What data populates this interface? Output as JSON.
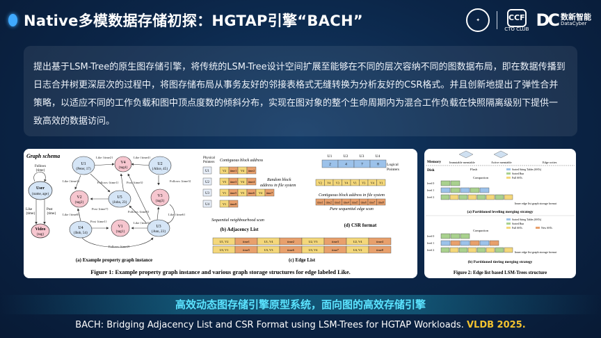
{
  "header": {
    "title": "Native多模数据存储初探：HGTAP引擎“BACH”",
    "logos": {
      "ccf_label": "CCF",
      "cto_club": "CTO CLUB",
      "datacyber_cn": "数新智能",
      "datacyber_en": "DataCyber"
    }
  },
  "summary": "提出基于LSM-Tree的原生图存储引擎，将传统的LSM-Tree设计空间扩展至能够在不同的层次容纳不同的图数据布局，即在数据传播到日志合并树更深层次的过程中，将图存储布局从事务友好的邻接表格式无缝转换为分析友好的CSR格式。并且创新地提出了弹性合并策略，以适应不同的工作负载和图中顶点度数的倾斜分布，实现在图对象的整个生命周期内为混合工作负载在快照隔离级别下提供一致高效的数据访问。",
  "figure1": {
    "schema_title": "Graph schema",
    "schema_user": "User",
    "schema_user_attr": "{name, age}",
    "schema_follows": "Follows",
    "schema_time": "{time}",
    "schema_like": "Like",
    "schema_post": "Post",
    "schema_video": "Video",
    "schema_tag": "{tag}",
    "nodes": [
      {
        "id": "U1",
        "attr": "{Peter, 17}"
      },
      {
        "id": "V4",
        "attr": "{tag4}"
      },
      {
        "id": "U2",
        "attr": "{Alice, 45}"
      },
      {
        "id": "V2",
        "attr": "{tag2}"
      },
      {
        "id": "U5",
        "attr": "{John, 23}"
      },
      {
        "id": "V3",
        "attr": "{tag3}"
      },
      {
        "id": "U4",
        "attr": "{Bob, 54}"
      },
      {
        "id": "V1",
        "attr": "{tag1}"
      },
      {
        "id": "U3",
        "attr": "{Ann, 23}"
      }
    ],
    "edge_labels": [
      "Like {time2}",
      "Like {time1}",
      "Follows {time1}",
      "Like {time4}",
      "Follows {time3}",
      "Post {time3}",
      "Post {time7}",
      "Like {time8}",
      "Follows {time5}",
      "Post {time1}",
      "Like {time6}",
      "Follows {time2}",
      "Like {time5}"
    ],
    "cap_a": "(a) Example property graph instance",
    "adj_physical": "Physical",
    "adj_pointers": "Pointers",
    "adj_contiguous": "Contiguous block address",
    "adj_random1": "Random block",
    "adj_random2": "address in file system",
    "adj_scan": "Sequential neighbourhood scan",
    "adj_rows": [
      {
        "u": "U1",
        "cells": [
          "V2",
          "time1",
          "V4",
          "time2"
        ]
      },
      {
        "u": "U2",
        "cells": [
          "V3",
          "time3",
          "V4",
          "time4"
        ]
      },
      {
        "u": "U3",
        "cells": [
          "V1",
          "time5",
          "V3",
          "time6",
          "V4",
          "time7"
        ]
      },
      {
        "u": "U4",
        "cells": [
          "V1",
          "time8"
        ]
      }
    ],
    "cap_b": "(b) Adjacency List",
    "csr_headers": [
      "U1",
      "U2",
      "U3",
      "U4"
    ],
    "csr_offsets": [
      "2",
      "4",
      "7",
      "8"
    ],
    "csr_logical": "Logical",
    "csr_pointers": "Pointers",
    "csr_targets": [
      "V2",
      "V4",
      "V3",
      "V4",
      "V1",
      "V3",
      "V4",
      "V1"
    ],
    "csr_contiguous": "Contiguous block address in file system",
    "csr_times": [
      "time1",
      "time2",
      "time3",
      "time4",
      "time5",
      "time6",
      "time7",
      "time8"
    ],
    "csr_scan": "Pure sequential edge scan",
    "cap_d": "(d) CSR format",
    "el_row1": [
      "U1, V2",
      "time1",
      "U1, V4",
      "time2",
      "U2, V3",
      "time3",
      "U2, V4",
      "time4"
    ],
    "el_row2": [
      "U3, V1",
      "time5",
      "U3, V3",
      "time6",
      "U3, V4",
      "time7",
      "U4, V2",
      "time8"
    ],
    "cap_c": "(c) Edge List",
    "caption": "Figure 1: Example property graph instance and various graph storage structures for edge labeled Like."
  },
  "figure2": {
    "memory": "Memory",
    "disk": "Disk",
    "mem_labels": [
      "Immutable memtable",
      "Active memtable",
      "Edge writes"
    ],
    "ops": [
      "Flush",
      "Compaction",
      "Compaction"
    ],
    "legend_a": [
      "Sorted String Tables (SSTs)",
      "Sorted Run",
      "Full SSTs"
    ],
    "levels": [
      "level 0",
      "level 1",
      "level 2"
    ],
    "cap_a": "(a) Partitioned leveling merging strategy",
    "note_a": "Inner edge list graph storage format",
    "legend_b": [
      "Sorted String Tables (SSTs)",
      "Sorted Run",
      "Full SSTs",
      "New SSTs"
    ],
    "cap_b": "(b) Partitioned tiering merging strategy",
    "note_b": "Inner edge list graph storage format",
    "caption": "Figure 2: Edge list based LSM-Trees structure"
  },
  "banner": "高效动态图存储引擎原型系统，面向图的高效存储引擎",
  "footer": {
    "text": "BACH: Bridging Adjacency List and CSR Format using LSM-Trees for HGTAP Workloads.",
    "venue": "VLDB 2025."
  },
  "colors": {
    "accent": "#5be3ff",
    "venue": "#f2c230",
    "user_node": "#d5e5f6",
    "video_node": "#f6c6cf",
    "adj_cell": "#f4d77a",
    "time_cell": "#e8a06c",
    "csr_cell": "#9cc2ea"
  }
}
